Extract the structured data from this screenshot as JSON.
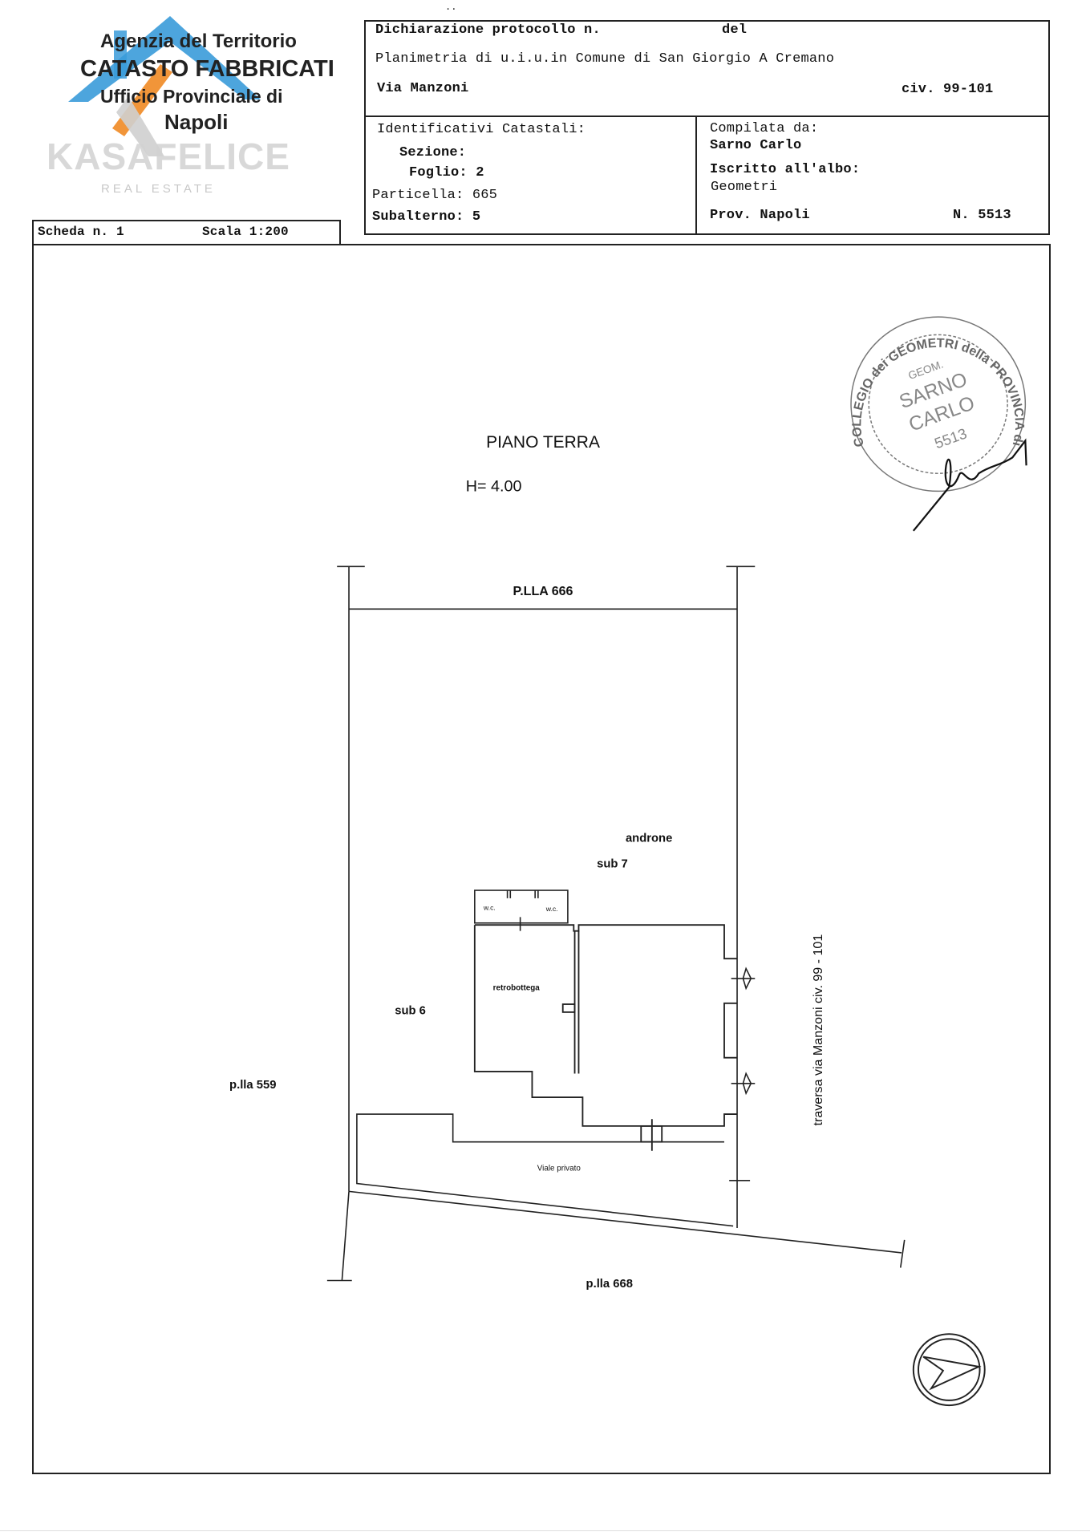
{
  "header": {
    "top_marks": "..",
    "protocol_label": "Dichiarazione protocollo n.",
    "del_label": "del",
    "planimetria": "Planimetria di u.i.u.in Comune di San Giorgio A Cremano",
    "address": "Via Manzoni",
    "civic": "civ. 99-101",
    "identifiers_title": "Identificativi Catastali:",
    "sezione": "Sezione:",
    "foglio": "Foglio: 2",
    "particella": "Particella: 665",
    "subalterno": "Subalterno: 5",
    "compiled_by_label": "Compilata da:",
    "compiled_by": "Sarno Carlo",
    "registered_label": "Iscritto all'albo:",
    "registered": "Geometri",
    "province": "Prov. Napoli",
    "number": "N. 5513"
  },
  "scheda": {
    "sheet": "Scheda n. 1",
    "scale": "Scala 1:200"
  },
  "logo": {
    "agency_line1": "Agenzia del Territorio",
    "agency_line2": "CATASTO FABBRICATI",
    "agency_line3": "Ufficio Provinciale di",
    "agency_line4": "Napoli",
    "watermark_brand": "KASAFELICE",
    "watermark_sub": "REAL ESTATE",
    "colors": {
      "blue": "#3a9bd9",
      "orange": "#f08a24",
      "grey": "#c8c8c8"
    }
  },
  "plan": {
    "floor_title": "PIANO  TERRA",
    "height": "H= 4.00",
    "labels": {
      "plla_666": "P.LLA  666",
      "androne": "androne",
      "sub7": "sub 7",
      "sub6": "sub 6",
      "retrobottega": "retrobottega",
      "wc1": "w.c.",
      "wc2": "w.c.",
      "plla_559": "p.lla  559",
      "viale": "Viale privato",
      "street": "traversa  via Manzoni  civ. 99 - 101",
      "plla_668": "p.lla  668"
    }
  },
  "stamp": {
    "ring_text": "COLLEGIO dei GEOMETRI della PROVINCIA di NAPOLI",
    "inner_title": "GEOM.",
    "name1": "SARNO",
    "name2": "CARLO",
    "num": "5513"
  }
}
